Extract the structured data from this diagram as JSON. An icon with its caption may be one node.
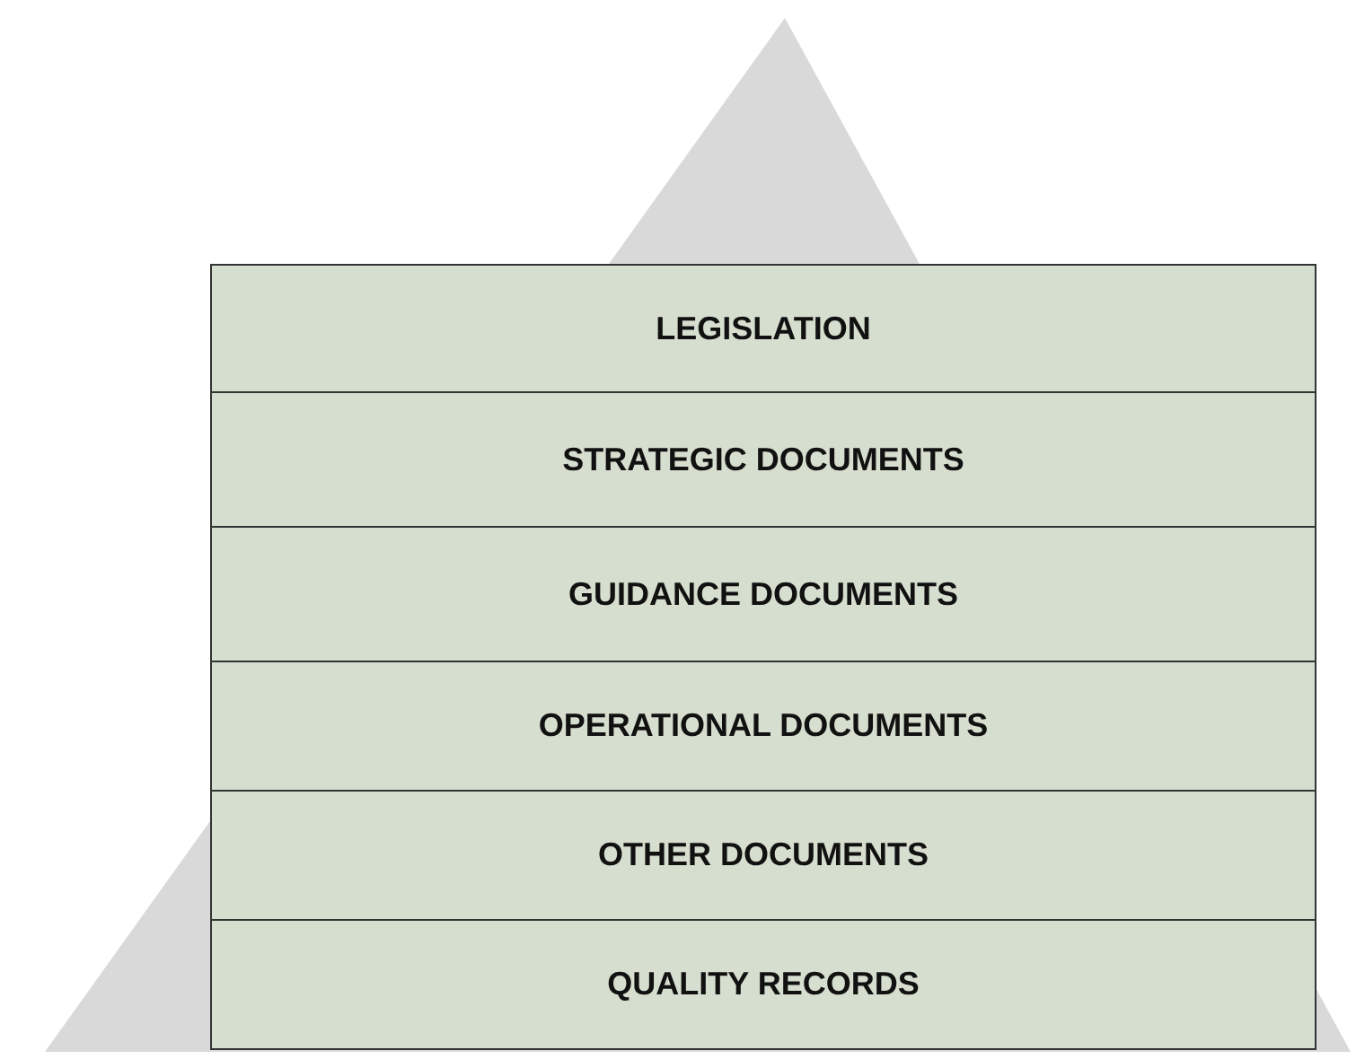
{
  "diagram": {
    "nodes": [
      {
        "text": [
          "LEGISLATION"
        ]
      },
      {
        "text": [
          "STRATEGIC DOCUMENTS"
        ]
      },
      {
        "text": [
          "GUIDANCE DOCUMENTS"
        ]
      },
      {
        "text": [
          "OPERATIONAL DOCUMENTS"
        ]
      },
      {
        "text": [
          "OTHER DOCUMENTS"
        ]
      },
      {
        "text": [
          "QUALITY RECORDS"
        ]
      }
    ]
  }
}
